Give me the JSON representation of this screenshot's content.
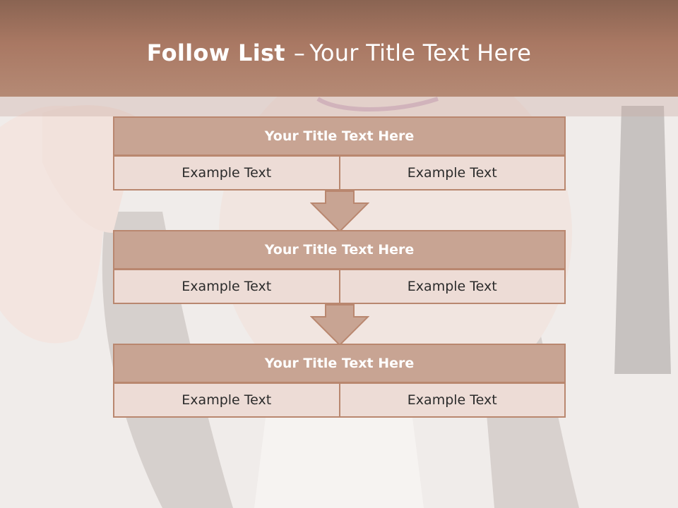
{
  "slide": {
    "title_bold": "Follow List",
    "title_separator": "–",
    "title_rest": "Your Title Text Here"
  },
  "blocks": [
    {
      "title": "Your Title Text Here",
      "left": "Example Text",
      "right": "Example Text"
    },
    {
      "title": "Your Title Text Here",
      "left": "Example Text",
      "right": "Example Text"
    },
    {
      "title": "Your Title Text Here",
      "left": "Example Text",
      "right": "Example Text"
    }
  ],
  "colors": {
    "title_band": "#a97863",
    "block_head": "#c8a493",
    "block_cell": "#eddcd6",
    "border": "#b9876f"
  }
}
